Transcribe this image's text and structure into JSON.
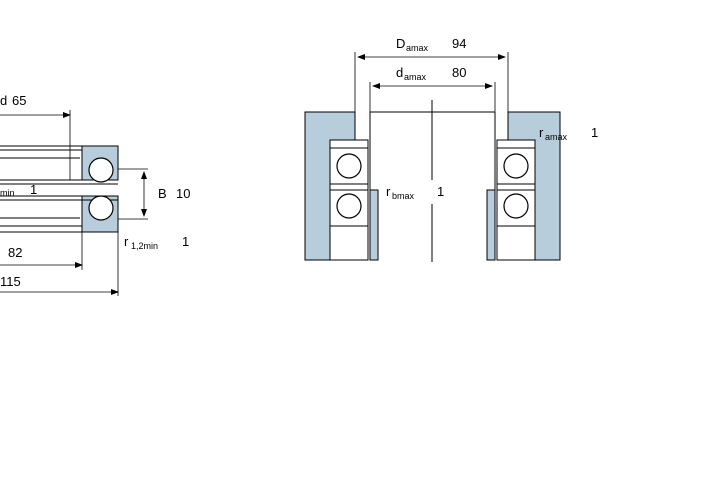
{
  "colors": {
    "housing": "#b7cddc",
    "line": "#000000",
    "background": "#ffffff"
  },
  "left_view": {
    "d": {
      "symbol": "d",
      "value": "65"
    },
    "r_min": {
      "suffix": "min",
      "value": "1"
    },
    "B": {
      "symbol": "B",
      "value": "10"
    },
    "r12": {
      "symbol": "r",
      "subscript": "1,2min",
      "value": "1"
    },
    "d1": {
      "value": "82"
    },
    "D": {
      "value": "115"
    }
  },
  "right_view": {
    "Da": {
      "symbol": "D",
      "subscript": "amax",
      "value": "94"
    },
    "da": {
      "symbol": "d",
      "subscript": "amax",
      "value": "80"
    },
    "ra": {
      "symbol": "r",
      "subscript": "amax",
      "value": "1"
    },
    "rb": {
      "symbol": "r",
      "subscript": "bmax",
      "value": "1"
    }
  }
}
